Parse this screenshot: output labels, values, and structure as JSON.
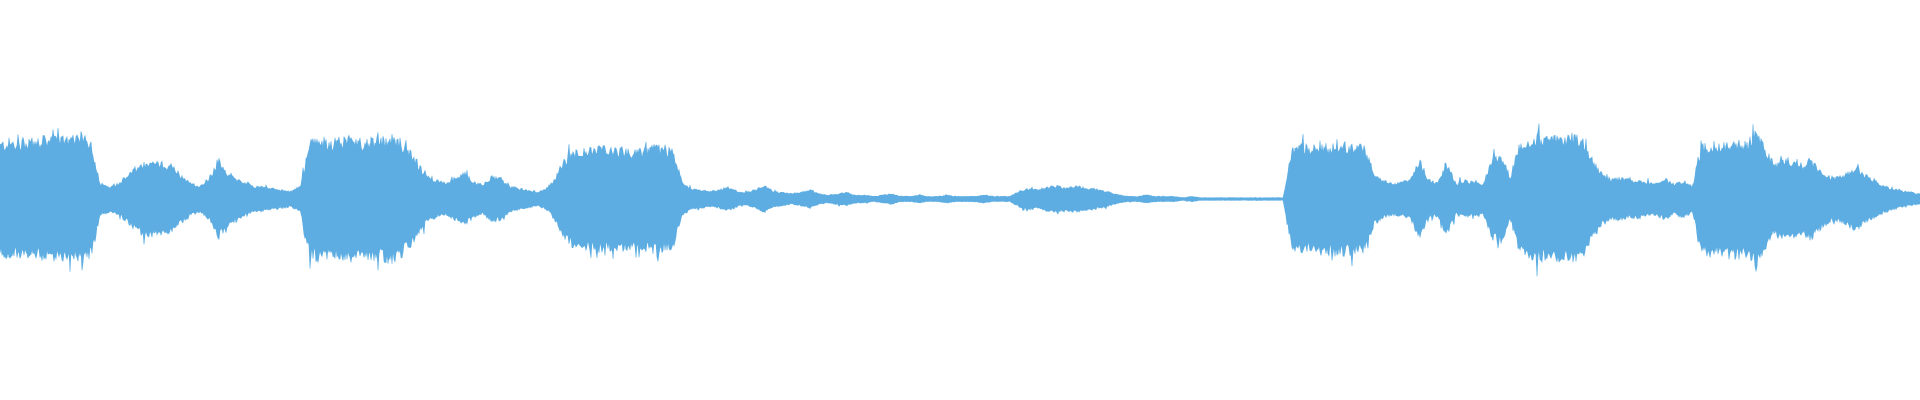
{
  "waveform": {
    "color": "#5dade2",
    "background": "#ffffff",
    "amplitude_envelope": [
      0.42,
      0.44,
      0.43,
      0.45,
      0.44,
      0.46,
      0.45,
      0.47,
      0.46,
      0.46,
      0.44,
      0.12,
      0.1,
      0.12,
      0.18,
      0.24,
      0.27,
      0.28,
      0.27,
      0.24,
      0.18,
      0.12,
      0.1,
      0.16,
      0.3,
      0.2,
      0.16,
      0.12,
      0.1,
      0.09,
      0.08,
      0.07,
      0.06,
      0.1,
      0.42,
      0.46,
      0.44,
      0.45,
      0.46,
      0.45,
      0.44,
      0.46,
      0.45,
      0.47,
      0.44,
      0.36,
      0.26,
      0.17,
      0.14,
      0.12,
      0.16,
      0.2,
      0.14,
      0.11,
      0.17,
      0.16,
      0.1,
      0.08,
      0.07,
      0.05,
      0.08,
      0.16,
      0.3,
      0.36,
      0.38,
      0.37,
      0.39,
      0.38,
      0.38,
      0.37,
      0.36,
      0.38,
      0.4,
      0.38,
      0.36,
      0.12,
      0.08,
      0.07,
      0.06,
      0.07,
      0.09,
      0.06,
      0.05,
      0.07,
      0.1,
      0.06,
      0.05,
      0.04,
      0.05,
      0.07,
      0.04,
      0.03,
      0.04,
      0.05,
      0.03,
      0.03,
      0.02,
      0.03,
      0.04,
      0.02,
      0.02,
      0.03,
      0.02,
      0.02,
      0.03,
      0.02,
      0.02,
      0.02,
      0.03,
      0.02,
      0.02,
      0.02,
      0.06,
      0.08,
      0.07,
      0.09,
      0.1,
      0.09,
      0.1,
      0.09,
      0.08,
      0.07,
      0.05,
      0.03,
      0.02,
      0.02,
      0.03,
      0.02,
      0.02,
      0.02,
      0.01,
      0.02,
      0.01,
      0.01,
      0.01,
      0.01,
      0.01,
      0.01,
      0.01,
      0.01,
      0.01,
      0.01,
      0.38,
      0.4,
      0.39,
      0.41,
      0.4,
      0.42,
      0.41,
      0.4,
      0.39,
      0.2,
      0.14,
      0.12,
      0.13,
      0.15,
      0.3,
      0.14,
      0.13,
      0.28,
      0.12,
      0.14,
      0.13,
      0.12,
      0.3,
      0.32,
      0.16,
      0.42,
      0.44,
      0.46,
      0.45,
      0.47,
      0.46,
      0.48,
      0.44,
      0.3,
      0.2,
      0.15,
      0.16,
      0.14,
      0.15,
      0.13,
      0.12,
      0.16,
      0.11,
      0.14,
      0.1,
      0.4,
      0.42,
      0.41,
      0.43,
      0.44,
      0.42,
      0.52,
      0.38,
      0.26,
      0.3,
      0.28,
      0.26,
      0.3,
      0.22,
      0.18,
      0.16,
      0.2,
      0.24,
      0.18,
      0.14,
      0.1,
      0.08,
      0.06,
      0.05,
      0.04
    ]
  }
}
